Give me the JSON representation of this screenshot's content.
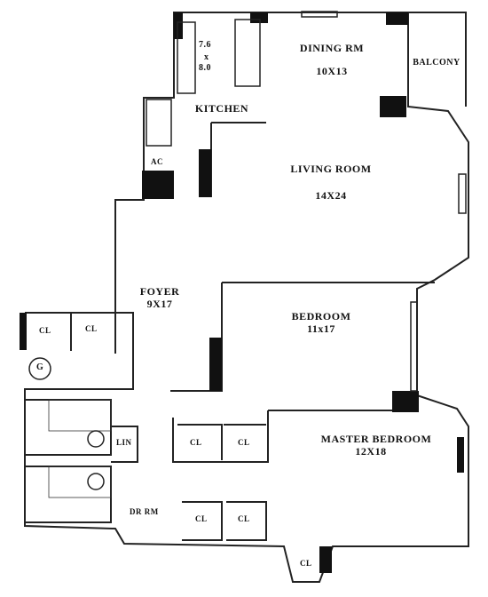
{
  "rooms": {
    "dining": {
      "name": "DINING RM",
      "dims": "10X13"
    },
    "balcony": {
      "name": "BALCONY"
    },
    "kitchen": {
      "name": "KITCHEN",
      "dims_w": "7.6",
      "dims_x": "x",
      "dims_h": "8.0"
    },
    "ac": {
      "name": "AC"
    },
    "living": {
      "name": "LIVING ROOM",
      "dims": "14X24"
    },
    "foyer": {
      "name": "FOYER",
      "dims": "9X17"
    },
    "bedroom": {
      "name": "BEDROOM",
      "dims": "11x17"
    },
    "master": {
      "name": "MASTER BEDROOM",
      "dims": "12X18"
    },
    "lin": {
      "name": "LIN"
    },
    "dressing": {
      "name": "DR RM"
    }
  },
  "closets": {
    "label": "CL"
  },
  "markers": {
    "g": "G"
  },
  "colors": {
    "wall": "#111111",
    "line": "#222222",
    "tile": "#333333"
  }
}
